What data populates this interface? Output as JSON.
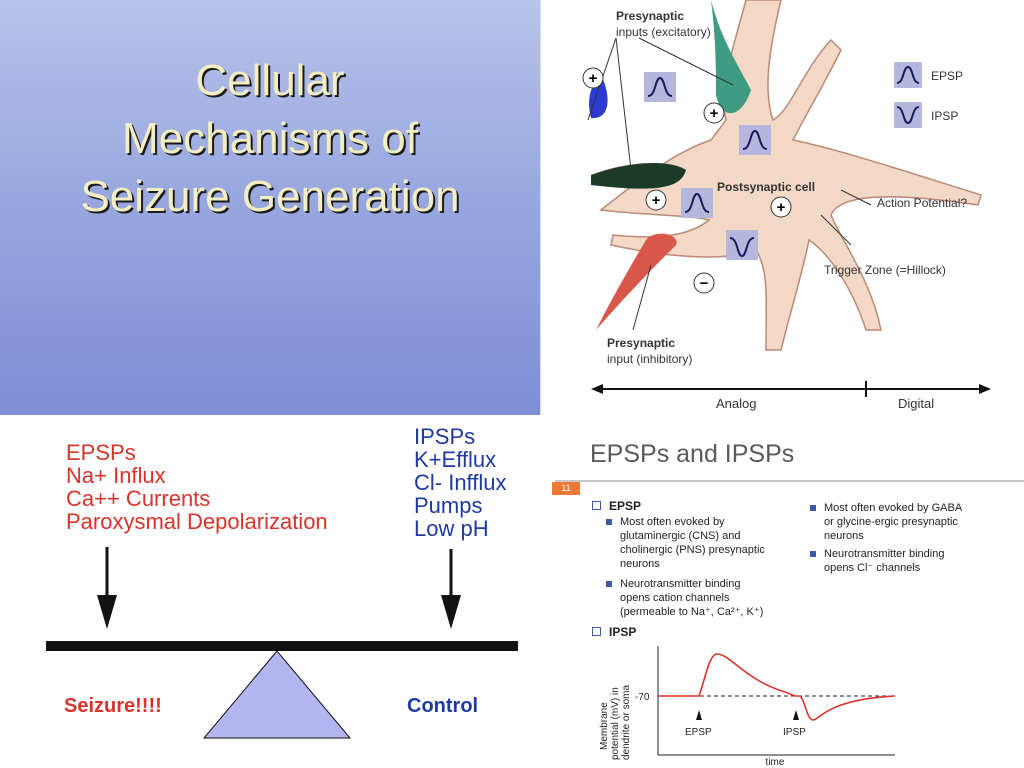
{
  "title_slide": {
    "lines": [
      "Cellular",
      "Mechanisms of",
      "Seizure Generation"
    ]
  },
  "neuron_diagram": {
    "presynaptic_excitatory": [
      "Presynaptic",
      "inputs (excitatory)"
    ],
    "presynaptic_inhibitory": [
      "Presynaptic",
      "input (inhibitory)"
    ],
    "postsynaptic_cell": "Postsynaptic cell",
    "action_potential": "Action Potential?",
    "trigger_zone": "Trigger Zone (=Hillock)",
    "legend": {
      "epsp": "EPSP",
      "ipsp": "IPSP"
    },
    "axis": {
      "analog": "Analog",
      "digital": "Digital"
    },
    "plus": "+",
    "minus": "−",
    "colors": {
      "excitatory_blue": "#2b3bd0",
      "excitatory_green": "#3f9b82",
      "excitatory_dark": "#1e3b2a",
      "inhibitory_red": "#d9574b",
      "neuron_body": "#f4d9c6"
    }
  },
  "balance": {
    "left_items": [
      "EPSPs",
      "Na+ Influx",
      "Ca++ Currents",
      "Paroxysmal Depolarization"
    ],
    "right_items": [
      "IPSPs",
      "K+Efflux",
      "Cl- Infflux",
      "Pumps",
      "Low pH"
    ],
    "left_label": "Seizure!!!!",
    "right_label": "Control",
    "colors": {
      "left": "#d9332b",
      "right": "#1f3aa3",
      "fulcrum": "#b3b6f0"
    }
  },
  "epsp_slide": {
    "title": "EPSPs and IPSPs",
    "page_number": "11",
    "epsp_heading": "EPSP",
    "epsp_bullets": [
      [
        "Most often evoked by",
        "glutaminergic (CNS) and",
        "cholinergic (PNS) presynaptic",
        "neurons"
      ],
      [
        "Neurotransmitter binding",
        "opens cation channels",
        "(permeable to Na⁺, Ca²⁺, K⁺)"
      ]
    ],
    "ipsp_heading": "IPSP",
    "ipsp_bullets": [
      [
        "Most often evoked by GABA",
        "or glycine-ergic presynaptic",
        "neurons"
      ],
      [
        "Neurotransmitter binding",
        "opens Cl⁻ channels"
      ]
    ],
    "graph": {
      "ylabel": [
        "Membrane",
        "potential (mV) in",
        "dendrite or soma"
      ],
      "ytick": "-70",
      "xlabel": "time",
      "epsp_marker": "EPSP",
      "ipsp_marker": "IPSP"
    }
  }
}
